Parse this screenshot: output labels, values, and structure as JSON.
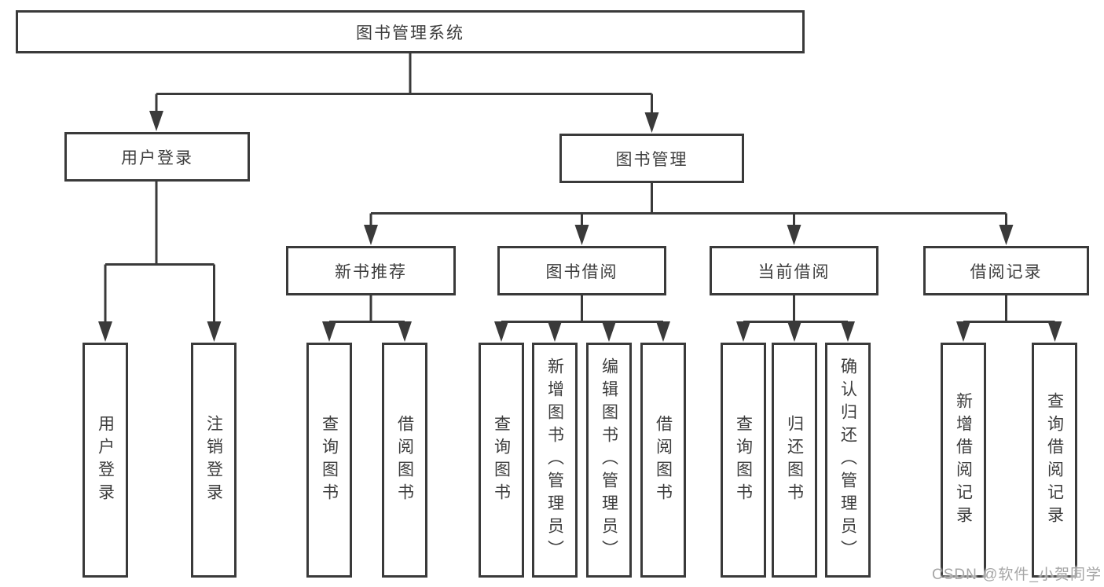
{
  "colors": {
    "line": "#3a3a3a",
    "node_border": "#3a3a3a",
    "text": "#3d3d3d",
    "watermark": "#a6a6a6",
    "background": "#ffffff"
  },
  "watermark": {
    "text": "CSDN @软件_小贺同学"
  },
  "tree": {
    "root": {
      "label": "图书管理系统"
    },
    "branches": [
      {
        "label": "用户登录",
        "leaves": [
          {
            "label": "用户登录"
          },
          {
            "label": "注销登录"
          }
        ]
      },
      {
        "label": "图书管理",
        "groups": [
          {
            "label": "新书推荐",
            "leaves": [
              {
                "label": "查询图书"
              },
              {
                "label": "借阅图书"
              }
            ]
          },
          {
            "label": "图书借阅",
            "leaves": [
              {
                "label": "查询图书"
              },
              {
                "label": "新增图书（管理员）"
              },
              {
                "label": "编辑图书（管理员）"
              },
              {
                "label": "借阅图书"
              }
            ]
          },
          {
            "label": "当前借阅",
            "leaves": [
              {
                "label": "查询图书"
              },
              {
                "label": "归还图书"
              },
              {
                "label": "确认归还（管理员）"
              }
            ]
          },
          {
            "label": "借阅记录",
            "leaves": [
              {
                "label": "新增借阅记录"
              },
              {
                "label": "查询借阅记录"
              }
            ]
          }
        ]
      }
    ]
  }
}
